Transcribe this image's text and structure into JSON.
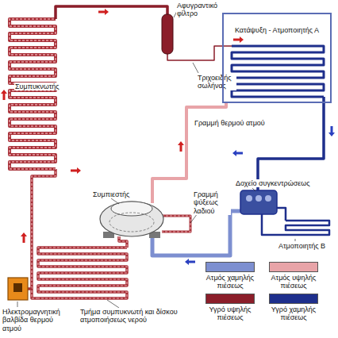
{
  "diagram": {
    "nodes": [
      {
        "text": [
          "Κατάψυξη - Ατμοποιητής Α"
        ]
      }
    ],
    "labels": [
      "Αφυγραντικό φίλτρο",
      "Συμπυκνωτής",
      "Τριχοειδής σωλήνας",
      "Γραμμή θερμού ατμού",
      "Συμπιεστής",
      "Γραμμή ψύξεως λαδιού",
      "Δοχείο συγκεντρώσεως",
      "Ατμοποιητής Β",
      "Ηλεκτρομαγνητική βαλβίδα θερμού ατμού",
      "Τμήμα συμπυκνωτή και δίσκου ατμοποιήσεως νερού"
    ],
    "legend": [
      {
        "text": "Ατμός χαμηλής πιέσεως",
        "color": "#7d8fd0"
      },
      {
        "text": "Ατμός υψηλής πιέσεως",
        "color": "#e8a4a8"
      },
      {
        "text": "Υγρό υψηλής πιέσεως",
        "color": "#8b1e2a"
      },
      {
        "text": "Υγρό χαμηλής πιέσεως",
        "color": "#1e2f8c"
      }
    ]
  }
}
